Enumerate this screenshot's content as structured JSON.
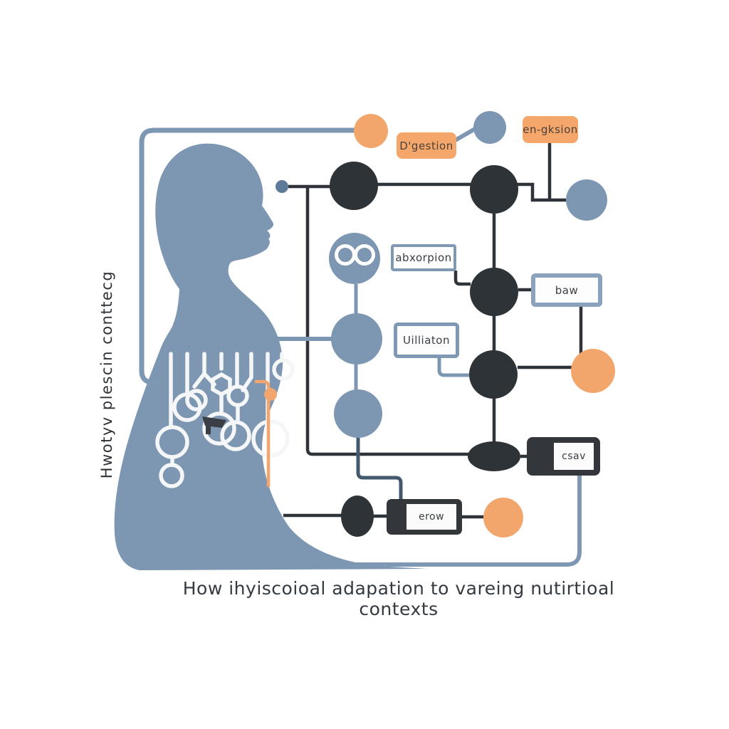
{
  "caption": "How ihyiscoioal adapation to vareing nutirtioal contexts",
  "side_label": "Hwotyv plescin conttecg",
  "labels": {
    "digestion": "D'gestion",
    "engestion": "en-gksion",
    "absorption": "abxorpion",
    "utilisation": "Uilliaton",
    "baw": "baw",
    "csav": "csav",
    "erow": "erow"
  },
  "colors": {
    "slate_blue": "#7d97b2",
    "charcoal_node": "#2e3338",
    "dark_box": "#33373c",
    "orange": "#f3a66c",
    "blue_line": "#7e98b3",
    "dark_line": "#2f343a",
    "text_dark": "#3a3f45",
    "background": "#ffffff"
  }
}
